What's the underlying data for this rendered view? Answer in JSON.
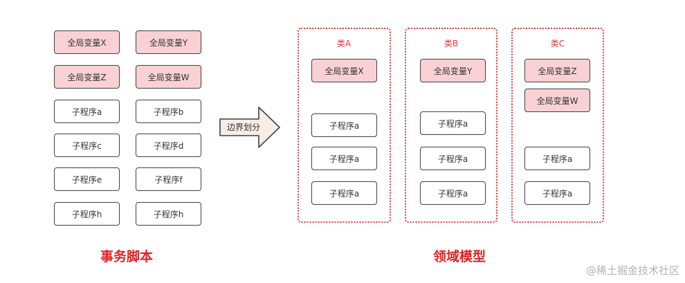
{
  "left": {
    "title": "事务脚本",
    "boxes": {
      "gx": "全局变量X",
      "gy": "全局变量Y",
      "gz": "全局变量Z",
      "gw": "全局变量W",
      "pa": "子程序a",
      "pb": "子程序b",
      "pc": "子程序c",
      "pd": "子程序d",
      "pe": "子程序e",
      "pf": "子程序f",
      "ph1": "子程序h",
      "ph2": "子程序h"
    }
  },
  "arrow": {
    "label": "边界划分"
  },
  "right": {
    "title": "领域模型",
    "classes": [
      {
        "name": "类A",
        "globals": [
          "全局变量X"
        ],
        "subs": [
          "子程序a",
          "子程序a",
          "子程序a"
        ]
      },
      {
        "name": "类B",
        "globals": [
          "全局变量Y"
        ],
        "subs": [
          "子程序a",
          "子程序a",
          "子程序a"
        ]
      },
      {
        "name": "类C",
        "globals": [
          "全局变量Z",
          "全局变量W"
        ],
        "subs": [
          "子程序a",
          "子程序a"
        ]
      }
    ]
  },
  "watermark": "@稀土掘金技术社区",
  "colors": {
    "global_fill": "#f9d1d4",
    "border": "#3f3f3f",
    "accent_red": "#e02424",
    "arrow_fill": "#f7ece6"
  }
}
